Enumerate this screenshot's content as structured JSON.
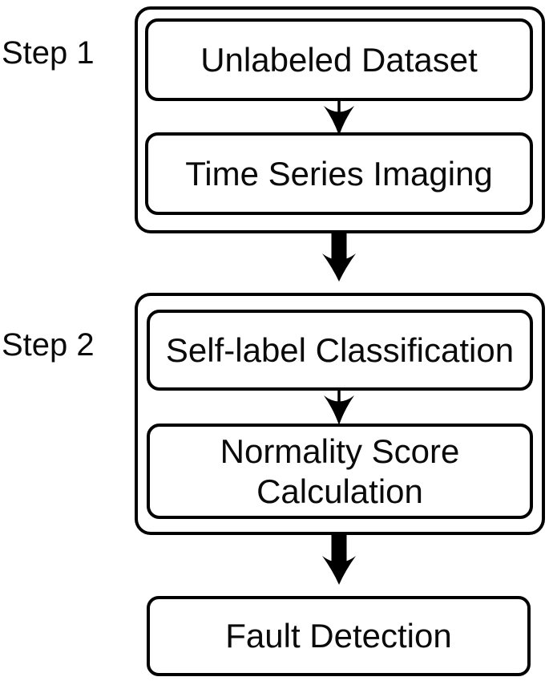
{
  "diagram": {
    "type": "flowchart",
    "colors": {
      "background": "#ffffff",
      "line": "#000000",
      "ink": "#0a0a0a",
      "node_fill": "#ffffff"
    },
    "steps": [
      {
        "label": "Step 1",
        "boxes": [
          {
            "label": "Unlabeled Dataset"
          },
          {
            "label": "Time Series Imaging"
          }
        ]
      },
      {
        "label": "Step 2",
        "boxes": [
          {
            "label": "Self-label Classification"
          },
          {
            "label": "Normality Score Calculation"
          }
        ]
      }
    ],
    "final_box": {
      "label": "Fault Detection"
    },
    "arrows": [
      {
        "name": "thin-arrow-step1-internal",
        "style": "thin",
        "from": "Unlabeled Dataset",
        "to": "Time Series Imaging"
      },
      {
        "name": "thick-arrow-step1-to-step2",
        "style": "thick",
        "from": "Step 1",
        "to": "Step 2"
      },
      {
        "name": "thin-arrow-step2-internal",
        "style": "thin",
        "from": "Self-label Classification",
        "to": "Normality Score Calculation"
      },
      {
        "name": "thick-arrow-step2-to-fault",
        "style": "thick",
        "from": "Step 2",
        "to": "Fault Detection"
      }
    ]
  }
}
